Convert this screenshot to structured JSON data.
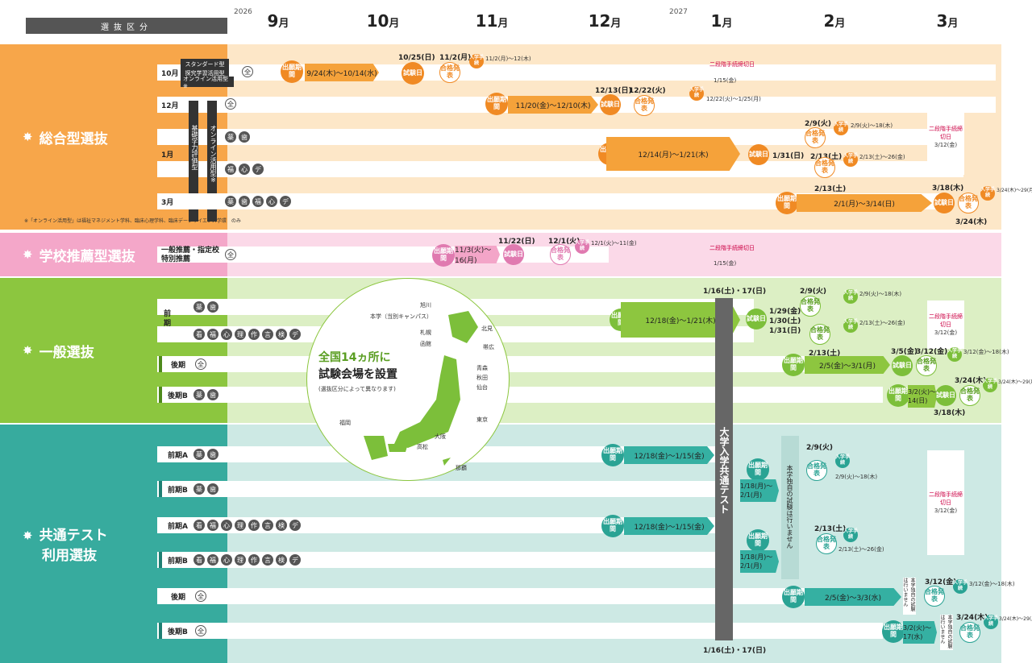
{
  "header": {
    "category_label": "選抜区分",
    "year_start": "2026",
    "year_next": "2027",
    "months": [
      "9",
      "10",
      "11",
      "12",
      "1",
      "2",
      "3"
    ],
    "month_suffix": "月"
  },
  "colors": {
    "sogo": "#f7a64a",
    "sogo_light": "#fde7c8",
    "suisen": "#f4a7c9",
    "suisen_light": "#fbd9e8",
    "ippan": "#8cc63f",
    "ippan_light": "#dcefc4",
    "kyotsu": "#37ab9e",
    "kyotsu_light": "#cde9e4"
  },
  "sections": {
    "sogo": {
      "title": "総合型選抜",
      "note": "※「オンライン活用型」は福祉マネジメント学科、臨床心理学科、臨床データサイエンス学環　のみ",
      "row_10": {
        "label": "10月",
        "types": [
          "スタンダード型",
          "探究学習活用型",
          "オンライン活用型※"
        ],
        "chip": "全",
        "apply_tag": "出願期間",
        "apply": "9/24(木)～10/14(水)",
        "exam_date": "10/25(日)",
        "exam": "試験日",
        "pass_date": "11/2(月)",
        "pass": "合格発表",
        "enroll": "入学手続",
        "enroll_date": "11/2(月)～12(木)",
        "second": "二段階手続締切日",
        "second_date": "1/15(金)"
      },
      "row_12": {
        "label": "12月",
        "chip": "全",
        "apply_tag": "出願期間",
        "apply": "11/20(金)～12/10(木)",
        "exam_date": "12/13(日)",
        "exam": "試験日",
        "pass_date": "12/22(火)",
        "pass": "合格発表",
        "enroll": "入学手続",
        "enroll_date": "12/22(火)～1/25(月)"
      },
      "row_1": {
        "label": "1月",
        "chips_a": [
          "薬",
          "歯"
        ],
        "chips_b": [
          "福",
          "心",
          "デ"
        ],
        "basic": "基礎学力評価型",
        "online": "オンライン活用型※",
        "apply_tag": "出願期間",
        "apply": "12/14(月)～1/21(木)",
        "exam": "試験日",
        "exam_date": "1/31(日)",
        "pass_a_date": "2/9(火)",
        "pass": "合格発表",
        "enroll": "入学手続",
        "enroll_a": "2/9(火)～18(木)",
        "pass_b_date": "2/13(土)",
        "enroll_b": "2/13(土)～26(金)",
        "second": "二段階手続締切日",
        "second_date": "3/12(金)"
      },
      "row_3": {
        "label": "3月",
        "chips": [
          "薬",
          "歯",
          "福",
          "心",
          "デ"
        ],
        "apply_tag": "出願期間",
        "apply": "2/1(月)～3/14(日)",
        "apply_start_label": "2/13(土)",
        "exam": "試験日",
        "exam_date": "3/18(木)",
        "pass": "合格発表",
        "pass_date": "3/24(木)",
        "enroll": "入学手続",
        "enroll_date": "3/24(木)～29(月)"
      }
    },
    "suisen": {
      "title": "学校推薦型選抜",
      "row": {
        "label": "一般推薦・指定校特別推薦",
        "chip": "全",
        "apply_tag": "出願期間",
        "apply": "11/3(火)～16(月)",
        "exam": "試験日",
        "exam_date": "11/22(日)",
        "pass": "合格発表",
        "pass_date": "12/1(火)",
        "enroll": "入学手続",
        "enroll_date": "12/1(火)～11(金)",
        "second": "二段階手続締切日",
        "second_date": "1/15(金)"
      }
    },
    "ippan": {
      "title": "一般選抜",
      "zenki": {
        "label": "前期",
        "chips_a": [
          "薬",
          "歯"
        ],
        "chips_b": [
          "看",
          "福",
          "心",
          "理",
          "作",
          "言",
          "検",
          "デ"
        ],
        "common_dates": "1/16(土)・17(日)",
        "apply_tag": "出願期間",
        "apply": "12/18(金)～1/21(木)",
        "exam": "試験日",
        "exam_dates": [
          "1/29(金)",
          "1/30(土)",
          "1/31(日)"
        ],
        "pass": "合格発表",
        "pass_a": "2/9(火)",
        "enroll": "入学手続",
        "enroll_a": "2/9(火)～18(木)",
        "enroll_b": "2/13(土)～26(金)",
        "second": "二段階手続締切日",
        "second_date": "3/12(金)"
      },
      "kouki": {
        "label": "後期",
        "chip": "全",
        "apply_tag": "出願期間",
        "apply": "2/5(金)～3/1(月)",
        "apply_label": "2/13(土)",
        "exam": "試験日",
        "exam_date": "3/5(金)",
        "pass": "合格発表",
        "pass_date": "3/12(金)",
        "enroll": "入学手続",
        "enroll_date": "3/12(金)～18(木)"
      },
      "kouki_b": {
        "label": "後期B",
        "chips": [
          "薬",
          "歯"
        ],
        "apply_tag": "出願期間",
        "apply": "3/2(火)～14(日)",
        "exam": "試験日",
        "exam_date": "3/18(木)",
        "pass": "合格発表",
        "pass_date": "3/24(木)",
        "enroll": "入学手続",
        "enroll_date": "3/24(木)～29(月)"
      },
      "map": {
        "headline1": "全国14ヵ所に",
        "headline2": "試験会場を設置",
        "note": "(選抜区分によって異なります)",
        "cities": [
          "旭川",
          "本学（当別キャンパス）",
          "札幌",
          "北見",
          "函館",
          "帯広",
          "青森",
          "秋田",
          "仙台",
          "東京",
          "福岡",
          "大阪",
          "高松",
          "那覇"
        ]
      }
    },
    "kyotsu": {
      "title1": "共通テスト",
      "title2": "利用選抜",
      "common_test": "大学入学共通テスト",
      "common_dates": "1/16(土)・17(日)",
      "no_exam": "本学独自の試験は行いません",
      "zenki_a": {
        "label": "前期A",
        "chips": [
          "薬",
          "歯"
        ],
        "apply_tag": "出願期間",
        "apply": "12/18(金)～1/15(金)",
        "pass": "合格発表",
        "pass_date": "2/9(火)",
        "enroll": "入学手続",
        "enroll_date": "2/9(火)～18(木)"
      },
      "zenki_b": {
        "label": "前期B",
        "chips": [
          "薬",
          "歯"
        ],
        "apply_tag": "出願期間",
        "apply": "1/18(月)～2/1(月)"
      },
      "zenki_a2": {
        "label": "前期A",
        "chips": [
          "看",
          "福",
          "心",
          "理",
          "作",
          "言",
          "検",
          "デ"
        ],
        "apply_tag": "出願期間",
        "apply": "12/18(金)～1/15(金)",
        "pass": "合格発表",
        "pass_date": "2/13(土)",
        "enroll": "入学手続",
        "enroll_date": "2/13(土)～26(金)"
      },
      "zenki_b2": {
        "label": "前期B",
        "chips": [
          "看",
          "福",
          "心",
          "理",
          "作",
          "言",
          "検",
          "デ"
        ],
        "apply_tag": "出願期間",
        "apply": "1/18(月)～2/1(月)"
      },
      "kouki": {
        "label": "後期",
        "chip": "全",
        "apply_tag": "出願期間",
        "apply": "2/5(金)～3/3(水)",
        "no_exam": "本学独自の試験は行いません",
        "pass": "合格発表",
        "pass_date": "3/12(金)",
        "enroll": "入学手続",
        "enroll_date": "3/12(金)～18(木)"
      },
      "kouki_b": {
        "label": "後期B",
        "chip": "全",
        "apply_tag": "出願期間",
        "apply": "3/2(火)～17(水)",
        "no_exam": "本学独自の試験は行いません",
        "pass": "合格発表",
        "pass_date": "3/24(木)",
        "enroll": "入学手続",
        "enroll_date": "3/24(木)～29(月)"
      },
      "second": "二段階手続締切日",
      "second_date": "3/12(金)"
    }
  }
}
